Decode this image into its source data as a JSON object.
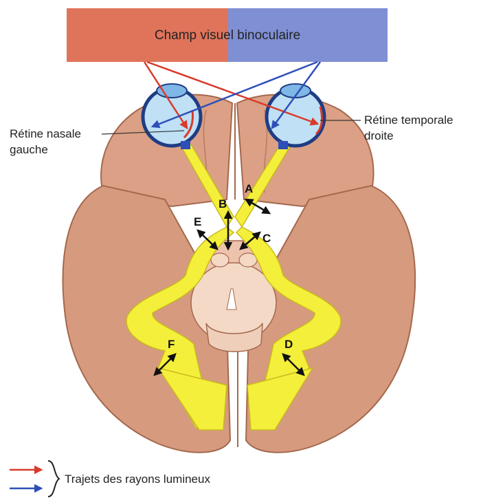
{
  "banner": {
    "text": "Champ visuel binoculaire",
    "left_color": "#e0745a",
    "right_color": "#7f8fd4"
  },
  "labels": {
    "left_retina_line1": "Rétine nasale",
    "left_retina_line2": "gauche",
    "right_retina_line1": "Rétine temporale",
    "right_retina_line2": "droite"
  },
  "markers": [
    "A",
    "B",
    "C",
    "D",
    "E",
    "F"
  ],
  "legend": {
    "text": "Trajets des rayons lumineux",
    "red_color": "#d93a2b",
    "blue_color": "#2e4fb8"
  },
  "colors": {
    "brain_fill": "#d69a7e",
    "brain_outline": "#a4684d",
    "pathway_yellow": "#f4ef3a",
    "eye_blue": "#bfe0f5",
    "brainstem": "#f3d9c6"
  }
}
